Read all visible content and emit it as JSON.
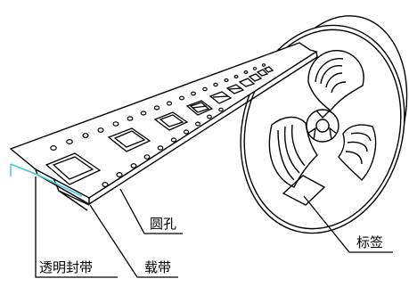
{
  "labels": {
    "hole": "圆孔",
    "label": "标签",
    "cover_tape": "透明封带",
    "carrier_tape": "载带"
  },
  "colors": {
    "ink": "#000000",
    "cover_tape": "#40c8d8"
  }
}
